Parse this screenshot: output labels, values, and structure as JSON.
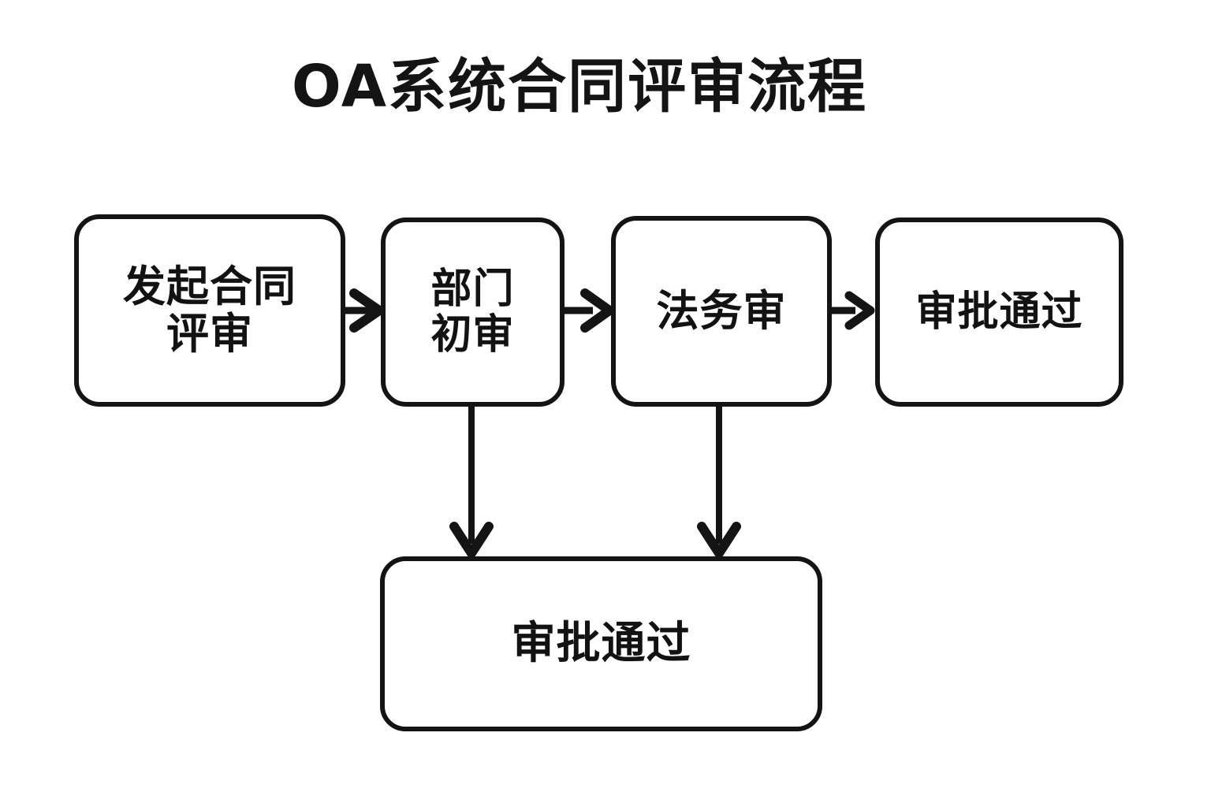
{
  "page": {
    "title": "OA系统合同评审流程",
    "background_color": "#ffffff",
    "stroke_color": "#141414",
    "text_color": "#121212"
  },
  "chart_data": {
    "type": "diagram",
    "diagram_kind": "flowchart",
    "title": "OA系统合同评审流程",
    "orientation": "left-to-right with downward merge",
    "nodes": [
      {
        "id": "start",
        "label": "发起合同\n评审",
        "shape": "rounded-rectangle",
        "row": 1,
        "order": 1
      },
      {
        "id": "dept",
        "label": "部门\n初审",
        "shape": "rounded-rectangle",
        "row": 1,
        "order": 2
      },
      {
        "id": "legal",
        "label": "法务审",
        "shape": "rounded-rectangle",
        "row": 1,
        "order": 3
      },
      {
        "id": "approve",
        "label": "审批通过",
        "shape": "rounded-rectangle",
        "row": 1,
        "order": 4
      },
      {
        "id": "final",
        "label": "审批通过",
        "shape": "rounded-rectangle",
        "row": 2,
        "order": 1
      }
    ],
    "edges": [
      {
        "from": "start",
        "to": "dept",
        "direction": "right",
        "arrowhead": true,
        "label": ""
      },
      {
        "from": "dept",
        "to": "legal",
        "direction": "right",
        "arrowhead": true,
        "label": ""
      },
      {
        "from": "legal",
        "to": "approve",
        "direction": "right",
        "arrowhead": true,
        "label": ""
      },
      {
        "from": "dept",
        "to": "final",
        "direction": "down",
        "arrowhead": true,
        "label": ""
      },
      {
        "from": "legal",
        "to": "final",
        "direction": "down",
        "arrowhead": true,
        "label": ""
      }
    ]
  },
  "nodes": {
    "start": {
      "label": "发起合同\n评审"
    },
    "dept": {
      "label": "部门\n初审"
    },
    "legal": {
      "label": "法务审"
    },
    "approve": {
      "label": "审批通过"
    },
    "final": {
      "label": "审批通过"
    }
  }
}
